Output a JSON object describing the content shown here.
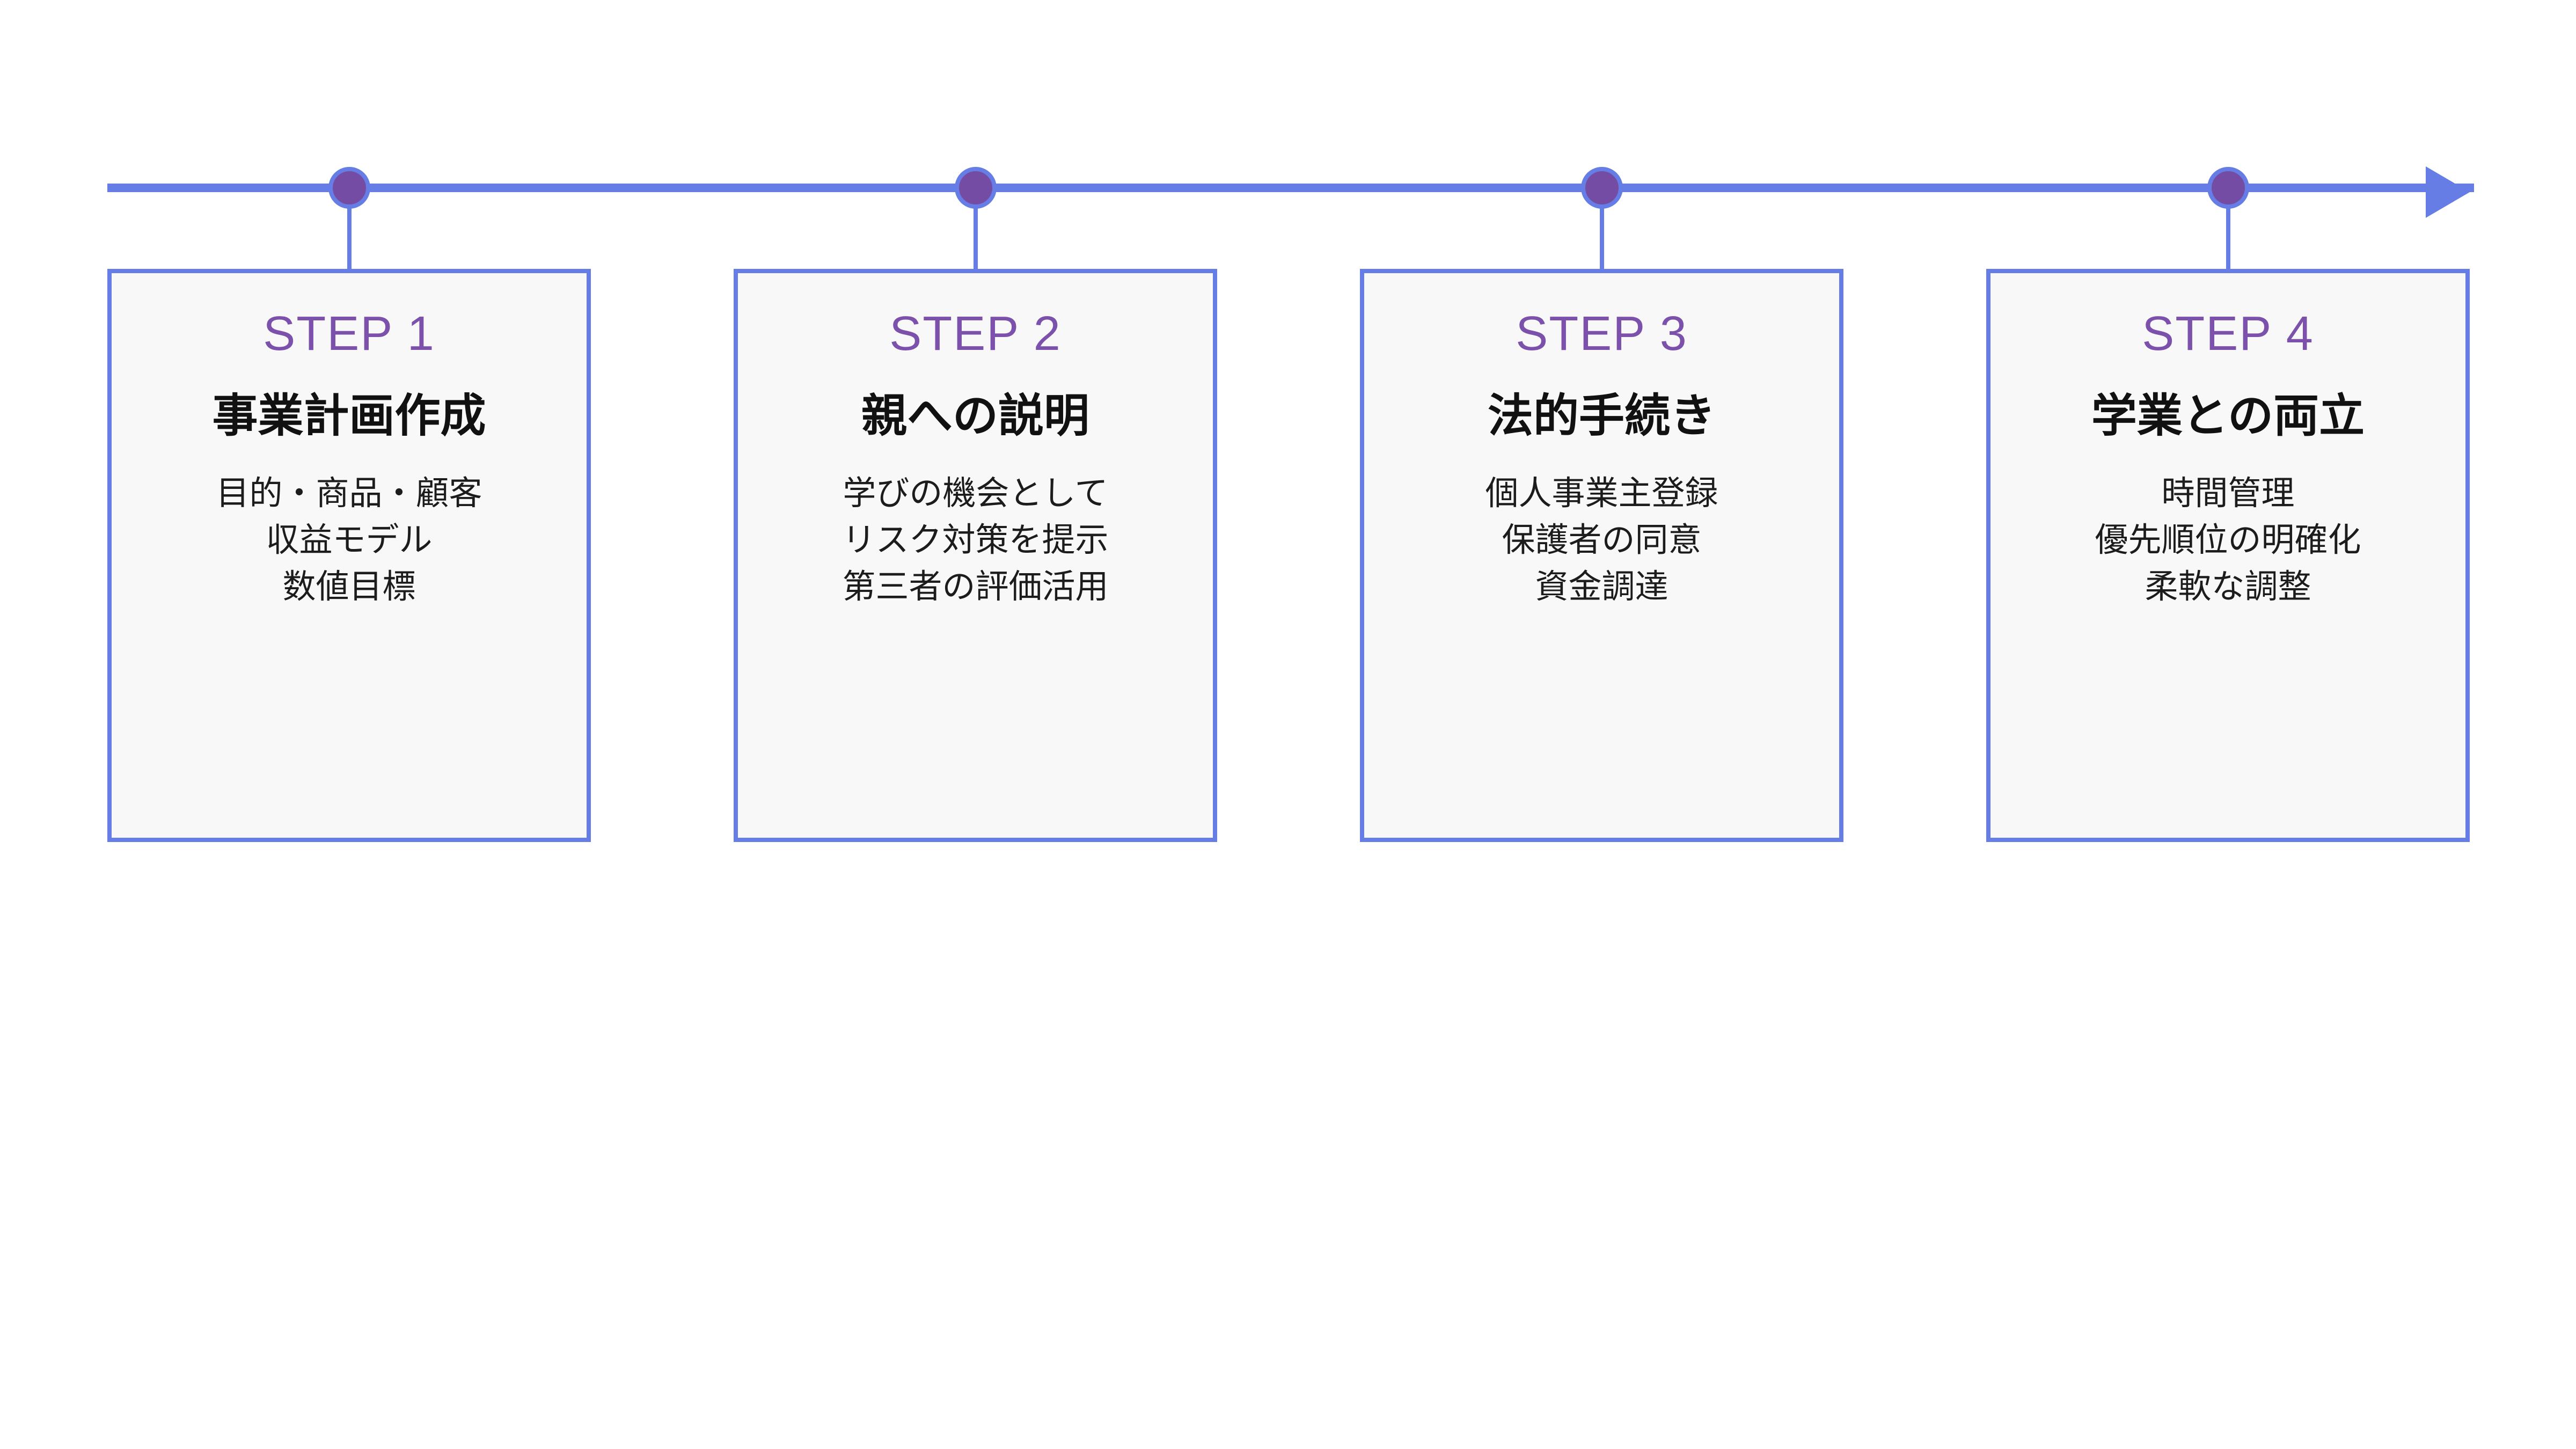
{
  "diagram": {
    "type": "horizontal-timeline-process",
    "colors": {
      "axis_blue": "#667DE6",
      "dot_purple": "#744CA3",
      "step_label_purple": "#7B51AC",
      "card_background": "#F8F8F8",
      "card_border": "#667DE6",
      "title_text": "#111111",
      "body_text": "#1C1C1C",
      "page_background": "#FFFFFF"
    },
    "steps": [
      {
        "label": "STEP 1",
        "title": "事業計画作成",
        "items": [
          "目的・商品・顧客",
          "収益モデル",
          "数値目標"
        ]
      },
      {
        "label": "STEP 2",
        "title": "親への説明",
        "items": [
          "学びの機会として",
          "リスク対策を提示",
          "第三者の評価活用"
        ]
      },
      {
        "label": "STEP 3",
        "title": "法的手続き",
        "items": [
          "個人事業主登録",
          "保護者の同意",
          "資金調達"
        ]
      },
      {
        "label": "STEP 4",
        "title": "学業との両立",
        "items": [
          "時間管理",
          "優先順位の明確化",
          "柔軟な調整"
        ]
      }
    ]
  }
}
